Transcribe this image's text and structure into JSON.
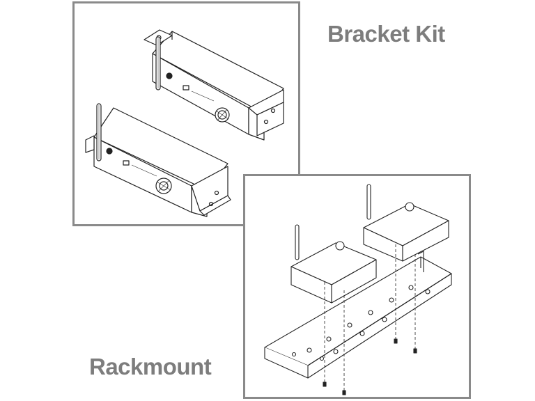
{
  "captions": {
    "bracket_kit": "Bracket Kit",
    "rackmount": "Rackmount"
  },
  "panels": [
    {
      "id": "bracket-kit",
      "caption": "Bracket Kit",
      "units_shown": 2,
      "mounting": "side L-brackets"
    },
    {
      "id": "rackmount",
      "caption": "Rackmount",
      "units_shown": 2,
      "mounting": "rack plate with screws"
    }
  ],
  "colors": {
    "frame": "#8a8a8a",
    "caption": "#7d7d7d",
    "lineart": "#222222"
  },
  "icons": [
    "receiver-unit-icon",
    "antenna-icon",
    "volume-knob-icon",
    "l-bracket-icon",
    "rack-plate-icon",
    "screw-icon"
  ]
}
